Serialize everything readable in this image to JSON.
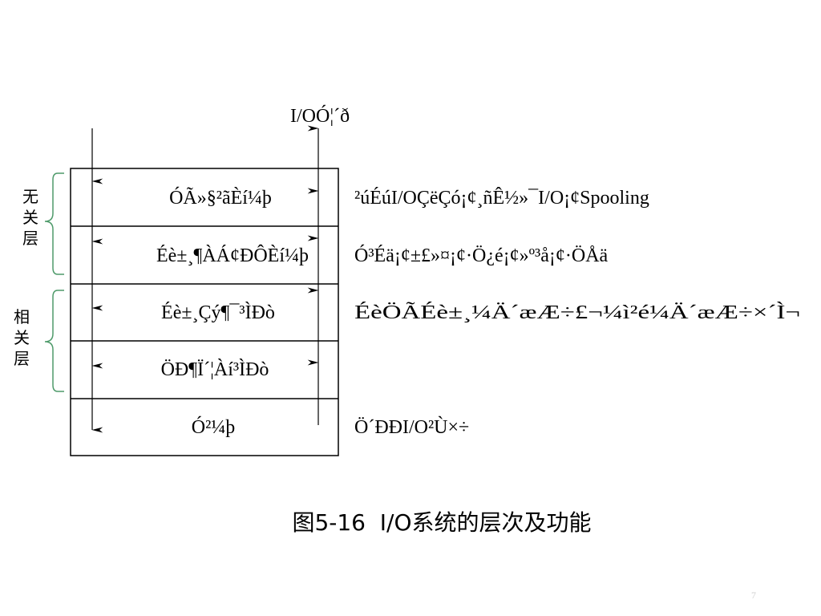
{
  "diagram": {
    "top_label": "I/OÓ¦´ð",
    "layers": [
      {
        "name": "ÓÃ»§²ãÈí¼þ",
        "function": "²úÉúI/OÇëÇó¡¢¸ñÊ½»¯I/O¡¢Spooling"
      },
      {
        "name": "Éè±¸¶ÀÁ¢ÐÔÈí¼þ",
        "function": "Ó³Éä¡¢±£»¤¡¢·Ö¿é¡¢»º³å¡¢·ÖÅä"
      },
      {
        "name": "Éè±¸Çý¶¯³ÌÐò",
        "function": "ÉèÖÃÉè±¸¼Ä´æÆ÷£¬¼ì²é¼Ä´æÆ÷×´Ì¬"
      },
      {
        "name": "ÖÐ¶Ï´¦Àí³ÌÐò",
        "function": ""
      },
      {
        "name": "Ó²¼þ",
        "function": "Ö´ÐÐI/O²Ù×÷"
      }
    ],
    "groups": [
      {
        "label_chars": [
          "无",
          "关",
          "层"
        ]
      },
      {
        "label_chars": [
          "相",
          "关",
          "层"
        ]
      }
    ]
  },
  "caption": "图5-16  I/O系统的层次及功能",
  "page_number": "7"
}
